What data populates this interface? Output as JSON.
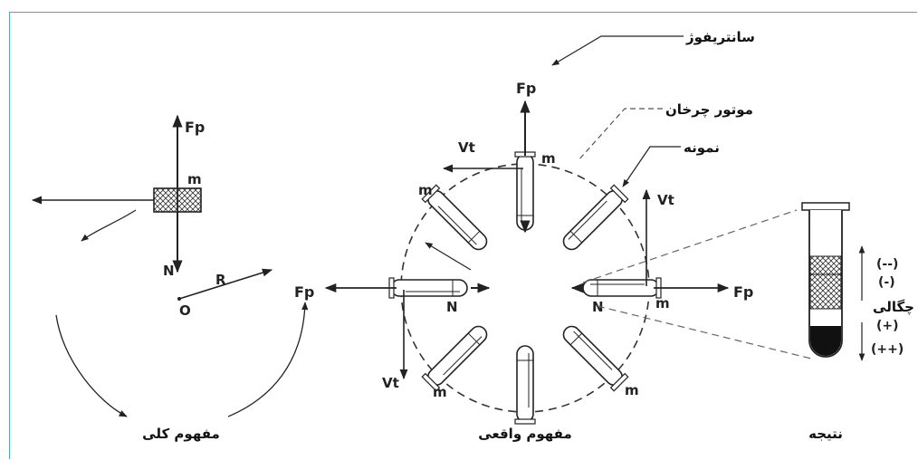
{
  "labels": {
    "centrifuge": "سانتریفوژ",
    "rotor": "موتور چرخان",
    "sample": "نمونه",
    "density": "چگالی",
    "general_concept": "مفهوم کلی",
    "actual_concept": "مفهوم واقعی",
    "result": "نتیجه"
  },
  "symbols": {
    "fp": "Fp",
    "vt": "Vt",
    "n": "N",
    "m": "m",
    "r": "R",
    "o": "O"
  },
  "density_scale": [
    "(--)",
    "(-)",
    "(+)",
    "(++)"
  ],
  "colors": {
    "frame": "#3fa6e0",
    "ink": "#222222",
    "sediment": "#111111"
  }
}
